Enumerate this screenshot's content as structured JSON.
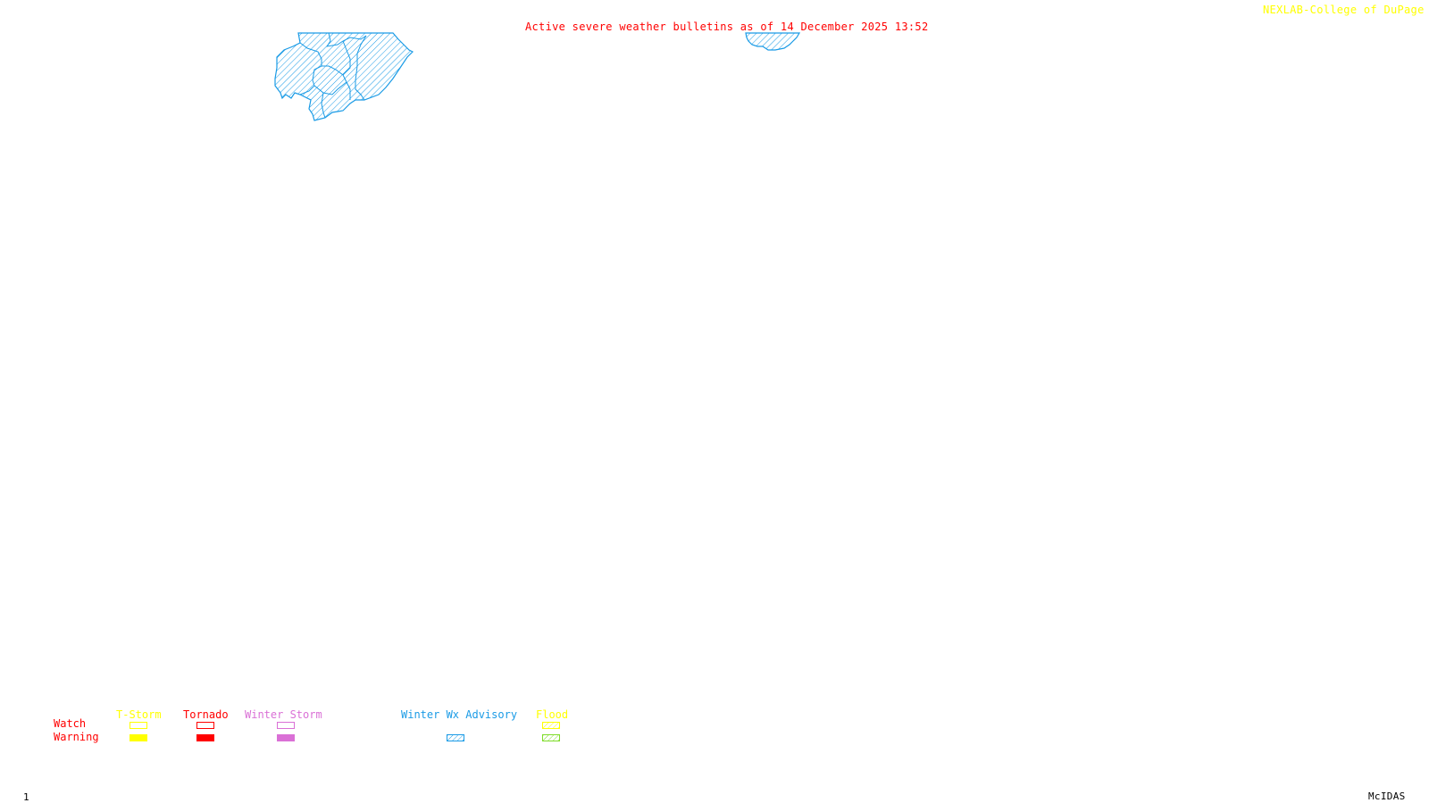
{
  "header": {
    "title": "Active severe weather bulletins as of 14 December 2025 13:52",
    "credit": "NEXLAB-College of DuPage",
    "credit_icon": "cursor-arrow-icon"
  },
  "map": {
    "advisory_areas": [
      {
        "type": "Winter Wx Advisory",
        "region": "northwest-cluster",
        "color": "#1a9be6"
      },
      {
        "type": "Winter Wx Advisory",
        "region": "north-central-sliver",
        "color": "#1a9be6"
      }
    ]
  },
  "legend": {
    "rows": [
      {
        "label": "Watch",
        "color": "#ff0000"
      },
      {
        "label": "Warning",
        "color": "#ff0000"
      }
    ],
    "columns": [
      {
        "label": "T-Storm",
        "color": "#ffff00",
        "watch": "outline",
        "warning": "fill",
        "warning_color": "#ffff00"
      },
      {
        "label": "Tornado",
        "color": "#ff0000",
        "watch": "outline",
        "warning": "fill",
        "warning_color": "#ff0000"
      },
      {
        "label": "Winter Storm",
        "color": "#da70d6",
        "watch": "outline",
        "warning": "fill",
        "warning_color": "#da70d6"
      },
      {
        "label": "Winter Wx Advisory",
        "color": "#1a9be6",
        "watch": null,
        "warning": "hatch",
        "warning_color": "#1a9be6"
      },
      {
        "label": "Flood",
        "color": "#ffff00",
        "watch": "hatch",
        "warning": "hatch",
        "warning_color": "#7fdc2a"
      }
    ]
  },
  "footer": {
    "frame_number": "1",
    "brand": "McIDAS"
  }
}
